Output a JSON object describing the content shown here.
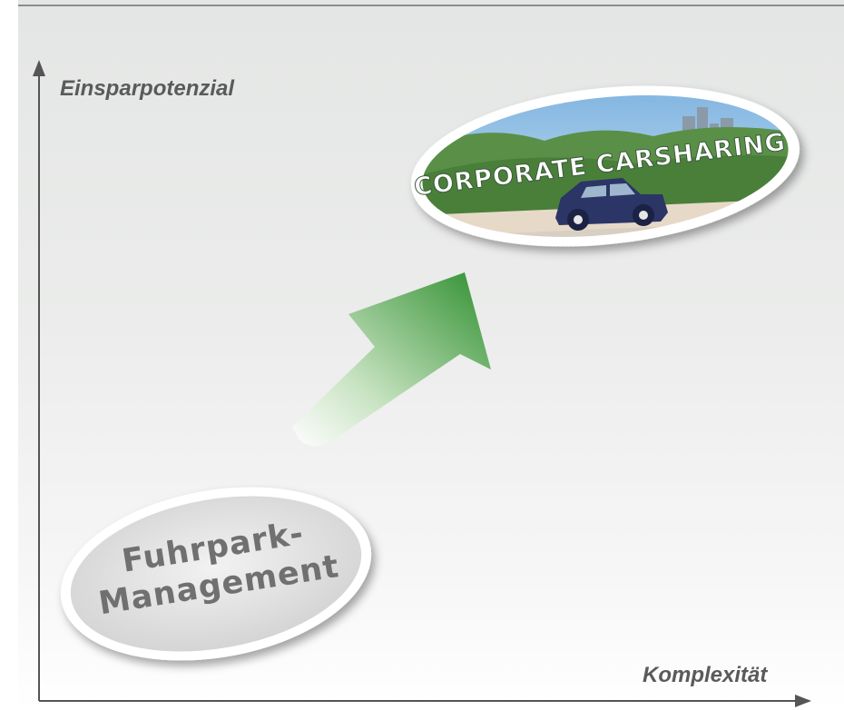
{
  "diagram": {
    "y_axis_label": "Einsparpotenzial",
    "x_axis_label": "Komplexität",
    "start_node": {
      "line1": "Fuhrpark-",
      "line2": "Management"
    },
    "target_node": {
      "badge_text": "CORPORATE CARSHARING"
    }
  },
  "colors": {
    "axis": "#5a5a5a",
    "label": "#5a5a5a",
    "arrow_dark": "#3a9a3a",
    "arrow_light": "#ffffff",
    "badge_green": "#4f8a4a",
    "car": "#2b3566"
  },
  "icons": [
    "car-icon",
    "city-skyline-icon",
    "growth-arrow-icon"
  ]
}
